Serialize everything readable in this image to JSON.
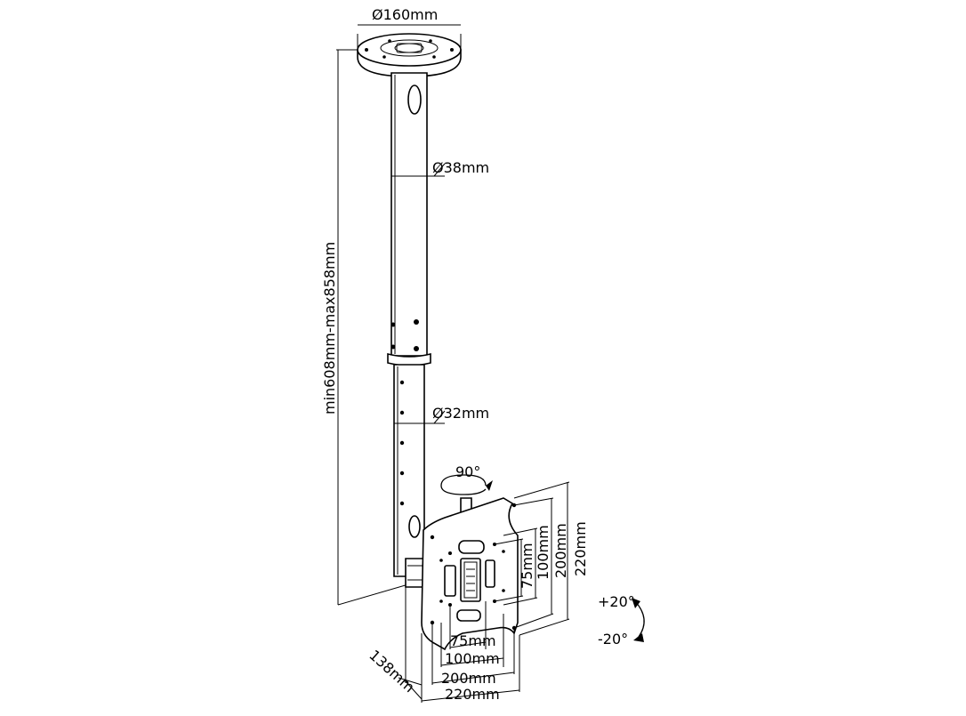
{
  "dimensions": {
    "plate_diameter": "Ø160mm",
    "upper_tube_diameter": "Ø38mm",
    "lower_tube_diameter": "Ø32mm",
    "height_range": "min608mm-max858mm",
    "swivel": "90°",
    "tilt_up": "+20°",
    "tilt_down": "-20°",
    "depth": "138mm",
    "vesa_w_75": "75mm",
    "vesa_w_100": "100mm",
    "vesa_w_200": "200mm",
    "vesa_w_220": "220mm",
    "vesa_h_75": "75mm",
    "vesa_h_100": "100mm",
    "vesa_h_200": "200mm",
    "vesa_h_220": "220mm"
  }
}
